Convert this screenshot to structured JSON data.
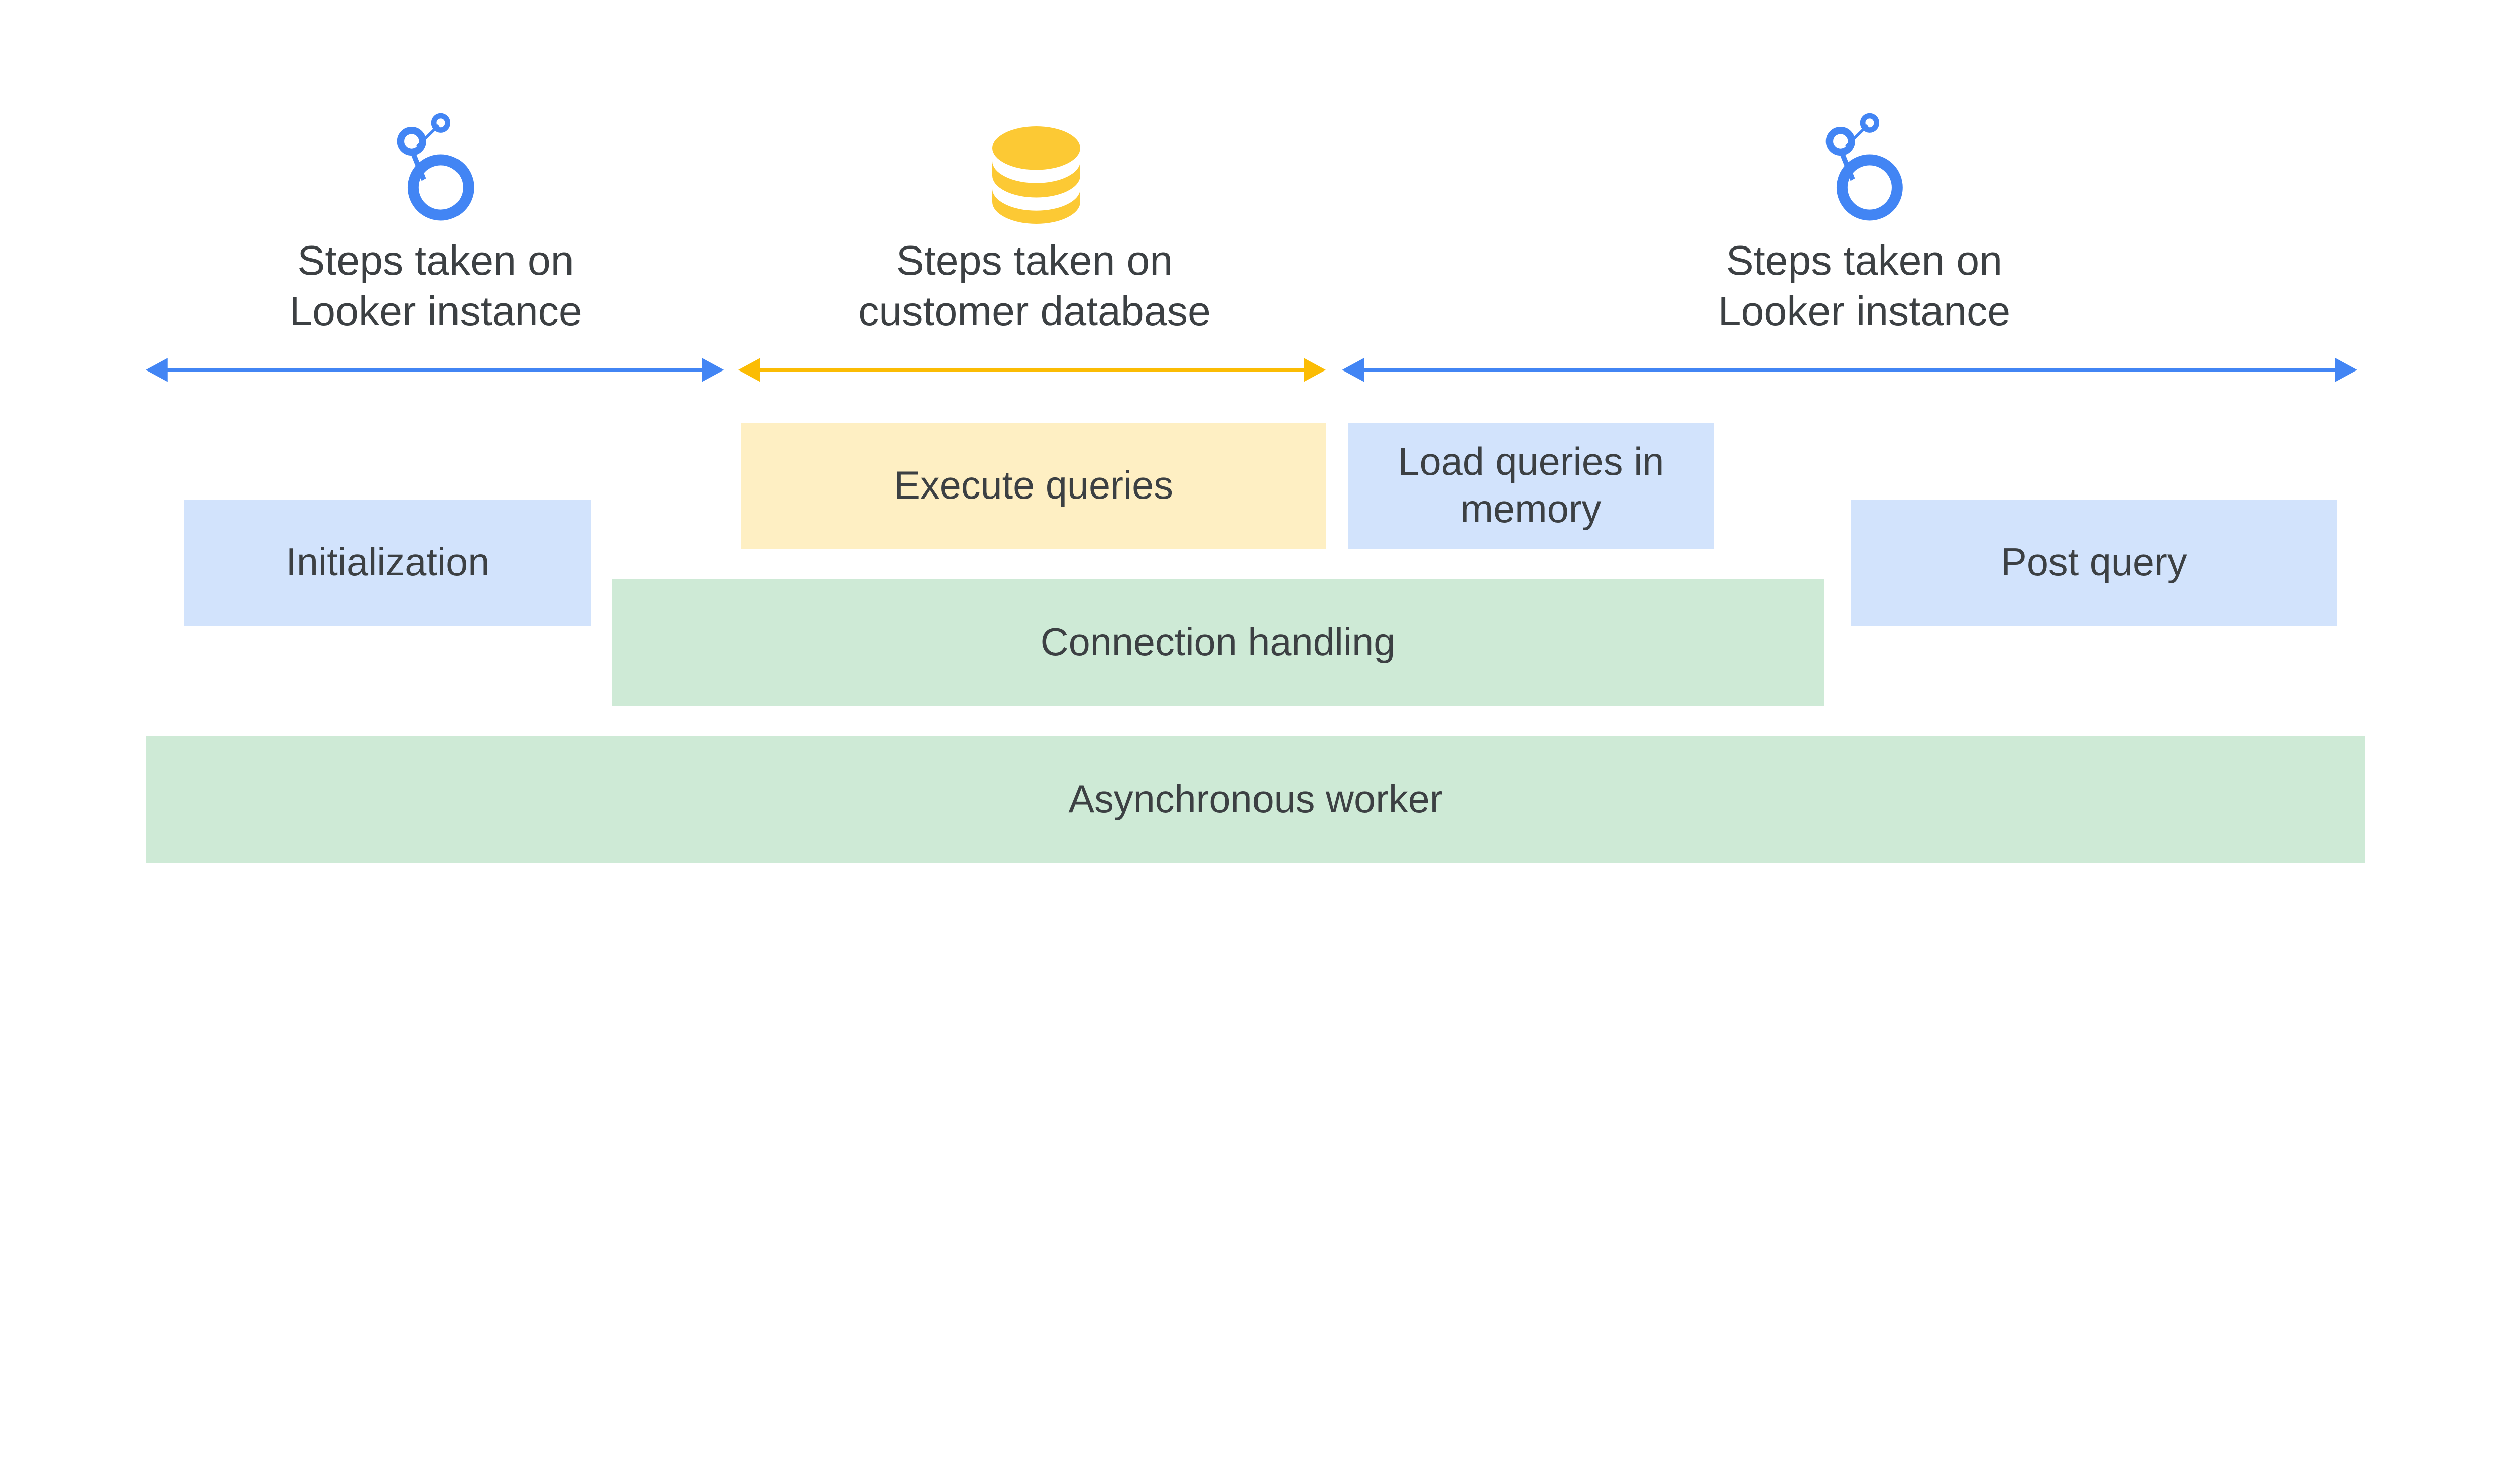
{
  "colors": {
    "looker_blue": "#4285F4",
    "database_yellow": "#FCC934",
    "arrow_yellow": "#FBBC04",
    "box_blue": "#D2E3FC",
    "box_yellow": "#FEEFC3",
    "box_green": "#CEEAD6",
    "text": "#3c4043"
  },
  "sections": [
    {
      "icon": "looker-logo-icon",
      "line1": "Steps taken on",
      "line2": "Looker instance",
      "arrow_color": "blue"
    },
    {
      "icon": "database-icon",
      "line1": "Steps taken on",
      "line2": "customer database",
      "arrow_color": "yellow"
    },
    {
      "icon": "looker-logo-icon",
      "line1": "Steps taken on",
      "line2": "Looker instance",
      "arrow_color": "blue"
    }
  ],
  "boxes": {
    "initialization": "Initialization",
    "execute_queries": "Execute queries",
    "load_queries": "Load queries in memory",
    "post_query": "Post query",
    "connection_handling": "Connection handling",
    "asynchronous_worker": "Asynchronous worker"
  }
}
